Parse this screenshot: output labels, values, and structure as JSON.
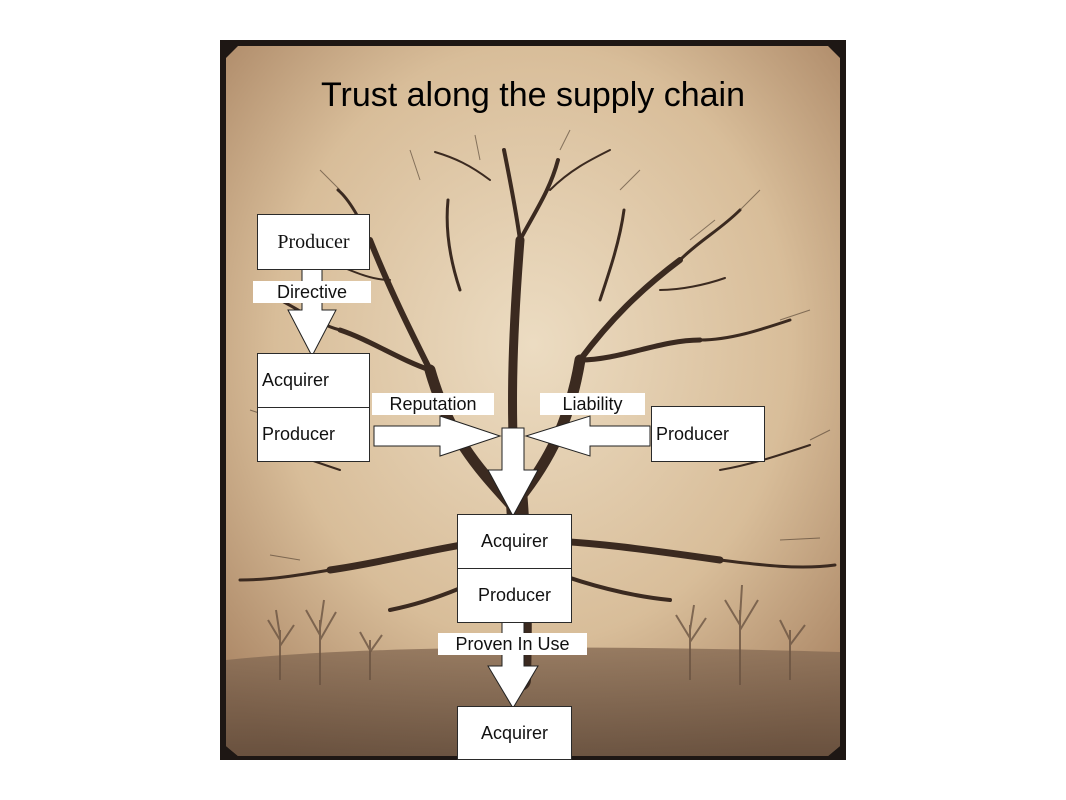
{
  "title": "Trust along the supply chain",
  "nodes": {
    "top_producer": "Producer",
    "left_acquirer": "Acquirer",
    "left_producer": "Producer",
    "right_producer": "Producer",
    "center_acquirer": "Acquirer",
    "center_producer": "Producer",
    "bottom_acquirer": "Acquirer"
  },
  "edges": {
    "directive": "Directive",
    "reputation": "Reputation",
    "liability": "Liability",
    "proven_in_use": "Proven In Use"
  },
  "colors": {
    "sky_light": "#e6d2b4",
    "sky_dark": "#b38f6c",
    "ground": "#6e5746",
    "branches": "#3b2a20",
    "frame": "#1e1714"
  }
}
